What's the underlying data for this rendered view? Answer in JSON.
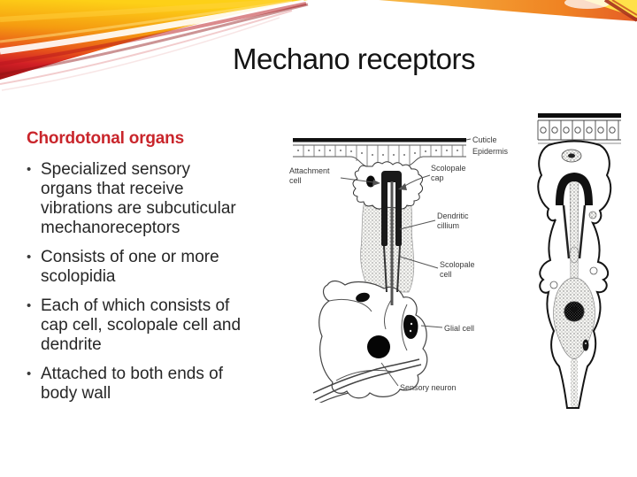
{
  "slide": {
    "title": "Mechano receptors",
    "section_heading": "Chordotonal organs",
    "bullet_char": "•",
    "bullets": [
      [
        "Specialized sensory",
        "organs that receive",
        "vibrations are subcuticular",
        "mechanoreceptors"
      ],
      [
        "Consists of one or more",
        "scolopidia"
      ],
      [
        "Each of which consists of",
        "cap cell, scolopale cell and",
        "dendrite"
      ],
      [
        "Attached to both ends of",
        "body wall"
      ]
    ]
  },
  "diagram": {
    "labels": {
      "cuticle": "Cuticle",
      "epidermis": "Epidermis",
      "attachment_1": "Attachment",
      "attachment_2": "cell",
      "scolopale_cap_1": "Scolopale",
      "scolopale_cap_2": "cap",
      "dendritic_1": "Dendritic",
      "dendritic_2": "cillium",
      "scolopale_cell_1": "Scolopale",
      "scolopale_cell_2": "cell",
      "glial": "Glial cell",
      "sensory": "Sensory neuron"
    }
  },
  "colors": {
    "accent_heading_red": "#c9252b",
    "title_text": "#141414",
    "body_text": "#262626",
    "swoosh_yellow": "#fdd017",
    "swoosh_orange": "#ef7d17",
    "swoosh_red": "#d21f26",
    "swoosh_dark_red": "#9d1315"
  }
}
